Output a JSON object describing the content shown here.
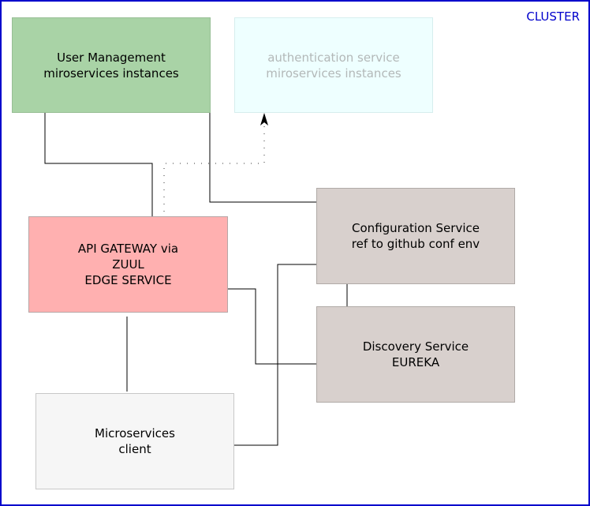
{
  "cluster": {
    "label": "CLUSTER"
  },
  "nodes": {
    "user_management": {
      "line1": "User Management",
      "line2": "miroservices instances"
    },
    "authentication": {
      "line1": "authentication service",
      "line2": "miroservices instances"
    },
    "gateway": {
      "line1": "API GATEWAY via",
      "line2": "ZUUL",
      "line3": "EDGE SERVICE"
    },
    "configuration": {
      "line1": "Configuration Service",
      "line2": "ref to github conf env"
    },
    "discovery": {
      "line1": "Discovery Service",
      "line2": "EUREKA"
    },
    "client": {
      "line1": "Microservices",
      "line2": "client"
    }
  }
}
